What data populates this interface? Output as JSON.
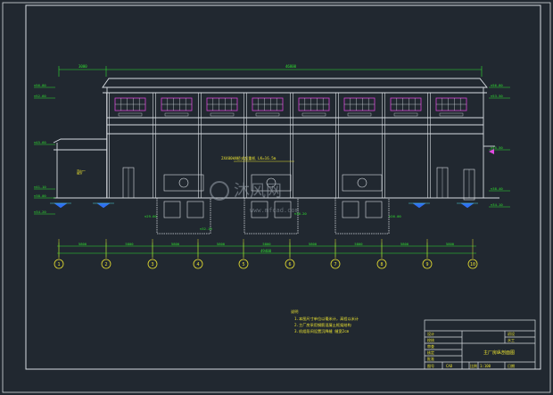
{
  "colors": {
    "background": "#212830",
    "line_white": "#d8dde2",
    "dim_green": "#2fe02f",
    "axis_yellow": "#e8e030",
    "window_magenta": "#d844d8",
    "elev_blue": "#2f6ff0",
    "level_cyan": "#4fd8e0",
    "marker_magenta": "#e04be0",
    "watermark": "#9aa3ad"
  },
  "axis_labels": [
    "1",
    "2",
    "3",
    "4",
    "5",
    "6",
    "7",
    "8",
    "9",
    "10"
  ],
  "overall_dim": "49400",
  "bay_dims": [
    "5800",
    "5800",
    "5800",
    "5800",
    "5800",
    "5800",
    "5800",
    "5800",
    "5800"
  ],
  "top_dims": {
    "left": "3000",
    "main": "46800"
  },
  "elevations_left": [
    "▽56.80",
    "▽52.60",
    "▽45.60",
    "▽41.10",
    "▽38.00",
    "▽34.20"
  ],
  "elevations_right": [
    "▽56.80",
    "▽53.50",
    "▽45.50",
    "▽38.40",
    "▽34.10"
  ],
  "elevations_mid": [
    "▽29.60",
    "▽32.10",
    "▽30.20",
    "▽26.00"
  ],
  "crane_note": "2X400kN桥式起重机 LK=16.5m",
  "room_label": "副厂",
  "notes": {
    "title": "说明",
    "lines": [
      "1.本图尺寸单位以毫米计，高程以米计",
      "2.主厂房采用钢筋混凝土框架结构",
      "3.机组段间设置沉降缝 缝宽2cm"
    ]
  },
  "title_block": {
    "drawing_name": "主厂房纵剖面图",
    "rows": [
      "设计",
      "校核",
      "审查",
      "核定",
      "批准"
    ],
    "stage": "初设",
    "discipline": "水工",
    "scale_label": "比例",
    "scale": "1:100",
    "date_label": "日期",
    "sheet": "图号",
    "sheet_no": "CAD"
  },
  "watermark": {
    "main": "沐风网",
    "url": "www.mfcad.com"
  }
}
